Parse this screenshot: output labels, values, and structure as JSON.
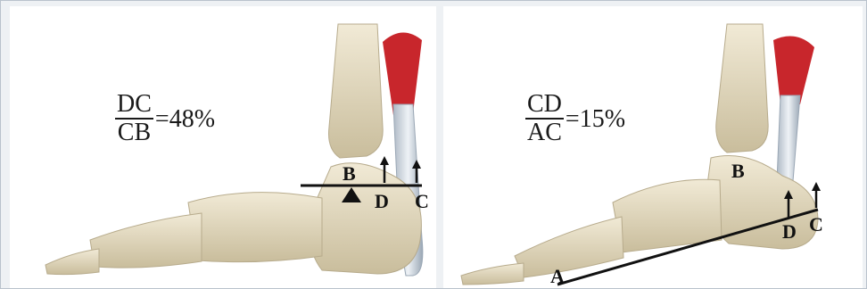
{
  "left_panel": {
    "formula": {
      "numerator": "DC",
      "denominator": "CB",
      "value": "=48%"
    },
    "labels": {
      "B": "B",
      "D": "D",
      "C": "C"
    }
  },
  "right_panel": {
    "formula": {
      "numerator": "CD",
      "denominator": "AC",
      "value": "=15%"
    },
    "labels": {
      "A": "A",
      "B": "B",
      "D": "D",
      "C": "C"
    }
  },
  "colors": {
    "bone": "#e6dcc3",
    "bone_shadow": "#b9ad8f",
    "muscle": "#c8262c",
    "tendon": "#d4dde6",
    "line": "#111111",
    "frame_border": "#b9c2cc"
  }
}
